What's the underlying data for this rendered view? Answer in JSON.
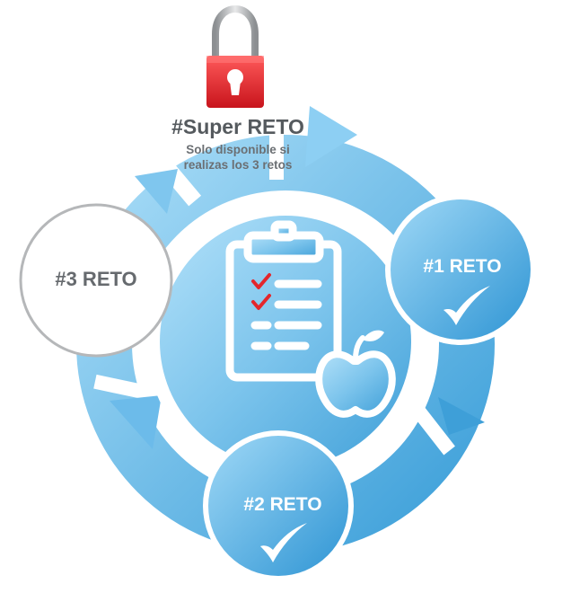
{
  "super_reto": {
    "title": "#Super RETO",
    "subtitle_line1": "Solo disponible si",
    "subtitle_line2": "realizas los 3 retos",
    "status": "locked",
    "icon": "padlock-icon"
  },
  "retos": [
    {
      "label": "#1 RETO",
      "completed": true,
      "icon": "checkmark-icon"
    },
    {
      "label": "#2 RETO",
      "completed": true,
      "icon": "checkmark-icon"
    },
    {
      "label": "#3 RETO",
      "completed": false
    }
  ],
  "center_icons": [
    "clipboard-checklist-icon",
    "apple-icon"
  ],
  "colors": {
    "blue_light": "#9ed6f5",
    "blue_dark": "#3ea3dc",
    "lock_red": "#e0242a",
    "gray_text": "#555a5e",
    "gray_circle_border": "#b5b7b9"
  }
}
